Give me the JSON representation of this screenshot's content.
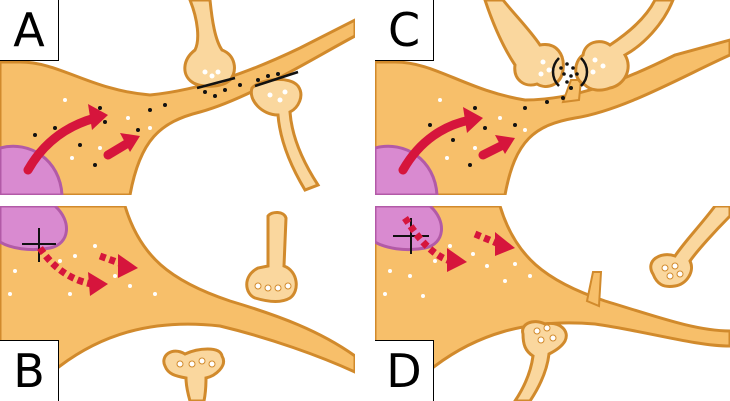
{
  "panels": [
    {
      "id": "a",
      "label": "A"
    },
    {
      "id": "b",
      "label": "B"
    },
    {
      "id": "c",
      "label": "C"
    },
    {
      "id": "d",
      "label": "D"
    }
  ],
  "colors": {
    "cell_fill": "#f7bf6a",
    "cell_stroke": "#d18a2c",
    "terminal_fill": "#fad79e",
    "nucleus_fill": "#d98ad0",
    "nucleus_stroke": "#b25aa7",
    "arrow": "#d6153c",
    "vesicle_dot": "#ffffff",
    "factor_dot": "#111111",
    "synapse_bar": "#111111"
  },
  "icons": [
    "signaling-arrow",
    "blocked-cross",
    "synaptic-terminal",
    "nucleus"
  ]
}
